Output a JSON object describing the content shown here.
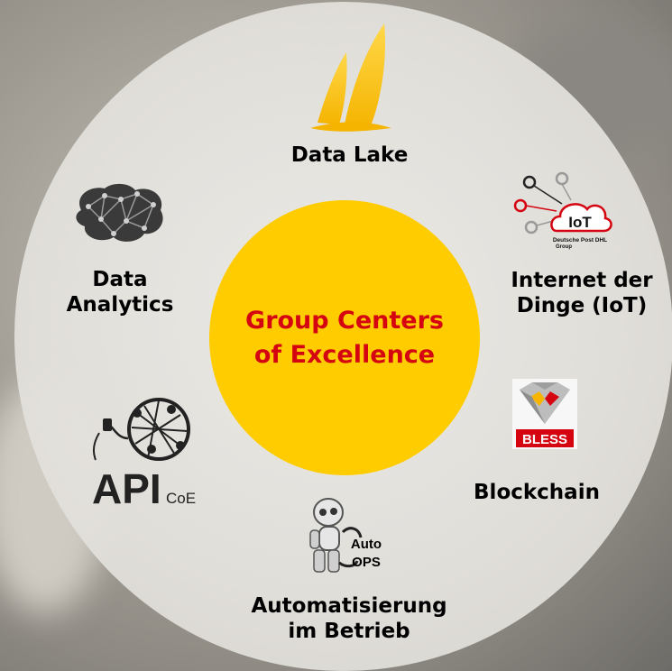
{
  "center": {
    "line1": "Group Centers",
    "line2": "of Excellence"
  },
  "nodes": {
    "data_lake": {
      "label": "Data Lake"
    },
    "iot": {
      "line1": "Internet der",
      "line2": "Dinge (IoT)",
      "logo_text": "IoT",
      "logo_sub1": "Deutsche Post DHL",
      "logo_sub2": "Group"
    },
    "blockchain": {
      "label": "Blockchain",
      "logo_text": "BLESS"
    },
    "automation": {
      "line1": "Automatisierung",
      "line2": "im Betrieb",
      "logo_line1": "Auto",
      "logo_line2": "OPS"
    },
    "api": {
      "logo_main": "API",
      "logo_sub": "CoE"
    },
    "analytics": {
      "line1": "Data",
      "line2": "Analytics"
    }
  },
  "colors": {
    "center": "#ffcc00",
    "center_text": "#d40511",
    "bless_red": "#d40511",
    "brain": "#333333"
  }
}
